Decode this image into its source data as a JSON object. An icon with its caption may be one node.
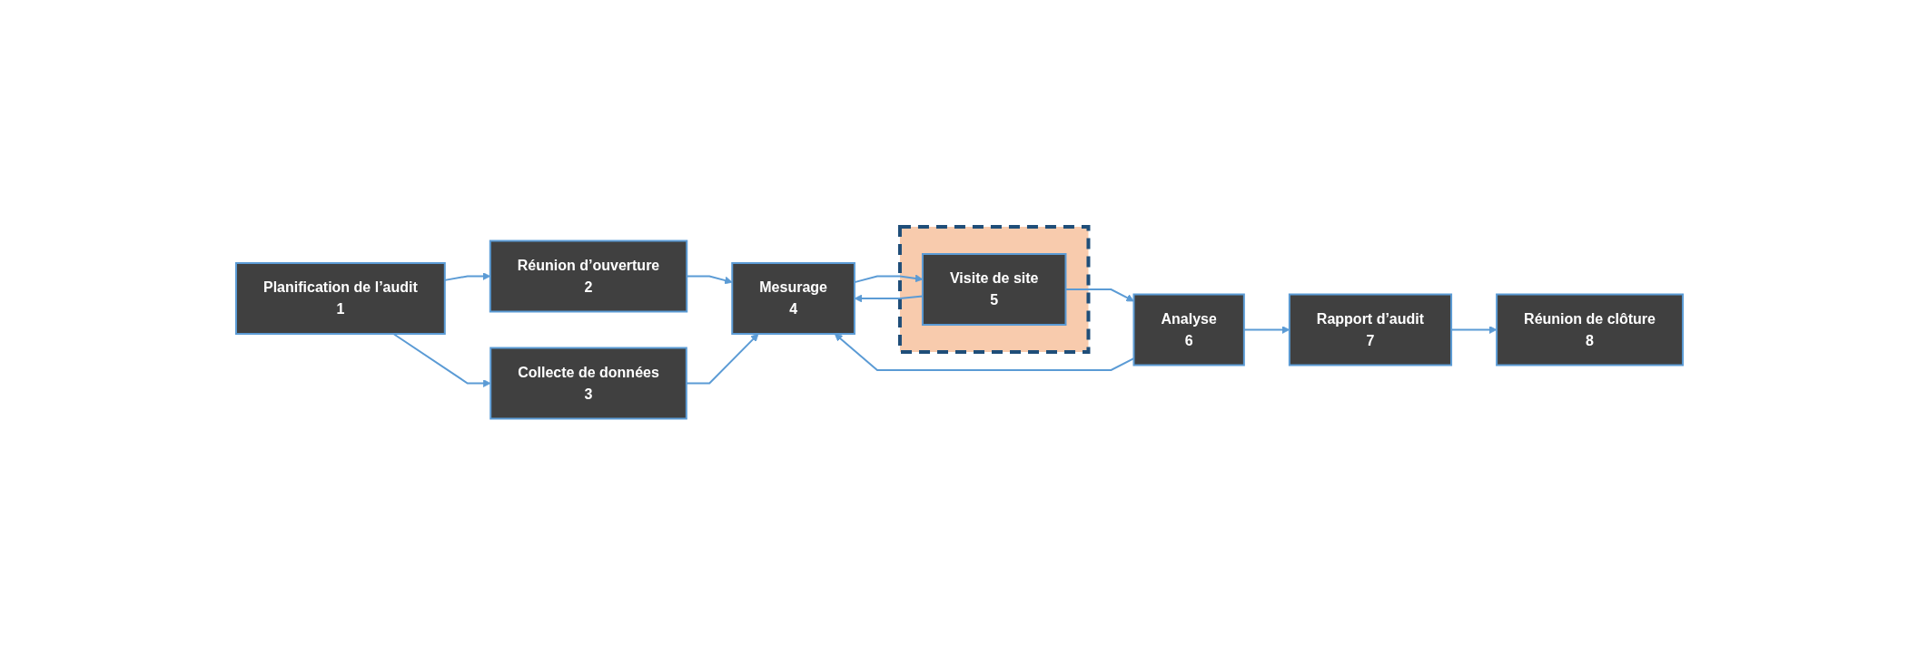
{
  "diagram": {
    "nodes": [
      {
        "text": [
          "Planification de l’audit",
          "1"
        ]
      },
      {
        "text": [
          "Réunion d’ouverture",
          "2"
        ]
      },
      {
        "text": [
          "Collecte de données",
          "3"
        ]
      },
      {
        "text": [
          "Mesurage",
          "4"
        ]
      },
      {
        "text": [],
        "shape": "box"
      },
      {
        "text": [
          "Visite de site",
          "5"
        ],
        "in": 4
      },
      {
        "text": [
          "Analyse",
          "6"
        ]
      },
      {
        "text": [
          "Rapport d’audit",
          "7"
        ]
      },
      {
        "text": [
          "Réunion de clôture",
          "8"
        ]
      }
    ],
    "edges": [
      {
        "from": 0,
        "to": 1,
        "arrow": "to"
      },
      {
        "from": 0,
        "to": 2,
        "arrow": "to"
      },
      {
        "from": 1,
        "to": 3,
        "arrow": "to"
      },
      {
        "from": 2,
        "to": 3,
        "arrow": "to"
      },
      {
        "from": 3,
        "to": 5,
        "arrow": "to"
      },
      {
        "from": 5,
        "to": 3,
        "arrow": "to"
      },
      {
        "from": 5,
        "to": 6,
        "arrow": "to"
      },
      {
        "from": 6,
        "to": 3,
        "arrow": "to"
      },
      {
        "from": 6,
        "to": 7,
        "arrow": "to"
      },
      {
        "from": 7,
        "to": 8,
        "arrow": "to"
      }
    ]
  }
}
